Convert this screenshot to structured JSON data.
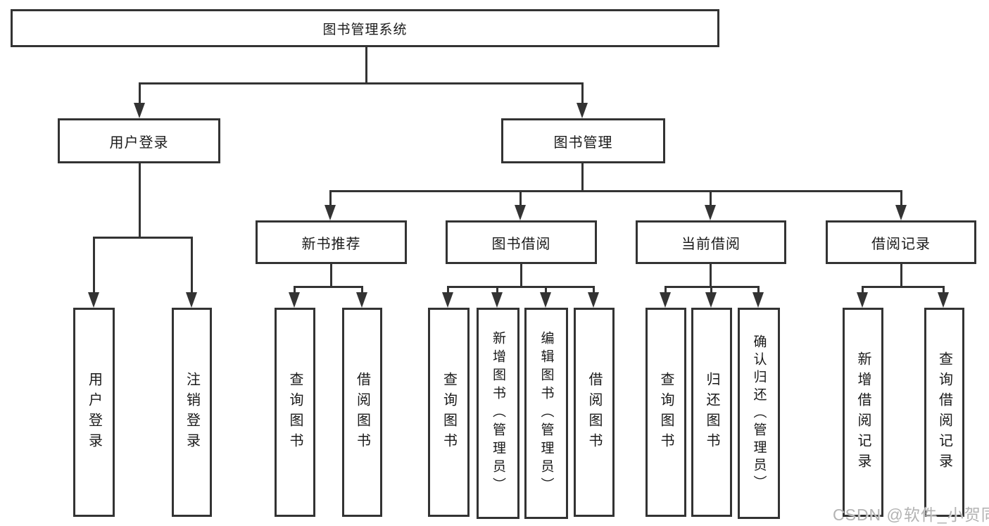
{
  "tree": {
    "root": {
      "label": "图书管理系统"
    },
    "branches": [
      {
        "label": "用户登录",
        "children": [
          {
            "label": "用户登录"
          },
          {
            "label": "注销登录"
          }
        ]
      },
      {
        "label": "图书管理",
        "children": [
          {
            "label": "新书推荐",
            "children": [
              {
                "label": "查询图书"
              },
              {
                "label": "借阅图书"
              }
            ]
          },
          {
            "label": "图书借阅",
            "children": [
              {
                "label": "查询图书"
              },
              {
                "label": "新增图书（管理员）"
              },
              {
                "label": "编辑图书（管理员）"
              },
              {
                "label": "借阅图书"
              }
            ]
          },
          {
            "label": "当前借阅",
            "children": [
              {
                "label": "查询图书"
              },
              {
                "label": "归还图书"
              },
              {
                "label": "确认归还（管理员）"
              }
            ]
          },
          {
            "label": "借阅记录",
            "children": [
              {
                "label": "新增借阅记录"
              },
              {
                "label": "查询借阅记录"
              }
            ]
          }
        ]
      }
    ]
  },
  "watermark": {
    "text": "CSDN @软件_小贺同学"
  },
  "colors": {
    "line": "#333333",
    "text": "#1a1a1a",
    "background": "#ffffff",
    "watermark": "#b3b3b3"
  }
}
